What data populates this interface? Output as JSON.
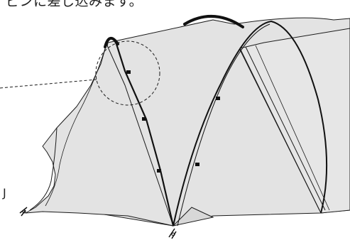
{
  "caption": "ピンに差し込みます。",
  "edge_mark": "J",
  "colors": {
    "tent_fill": "#e3e3e3",
    "outline": "#1a1a1a",
    "pole": "#111111"
  },
  "icons": [
    "detail-callout-circle",
    "pole-clip",
    "guy-line-stake"
  ]
}
